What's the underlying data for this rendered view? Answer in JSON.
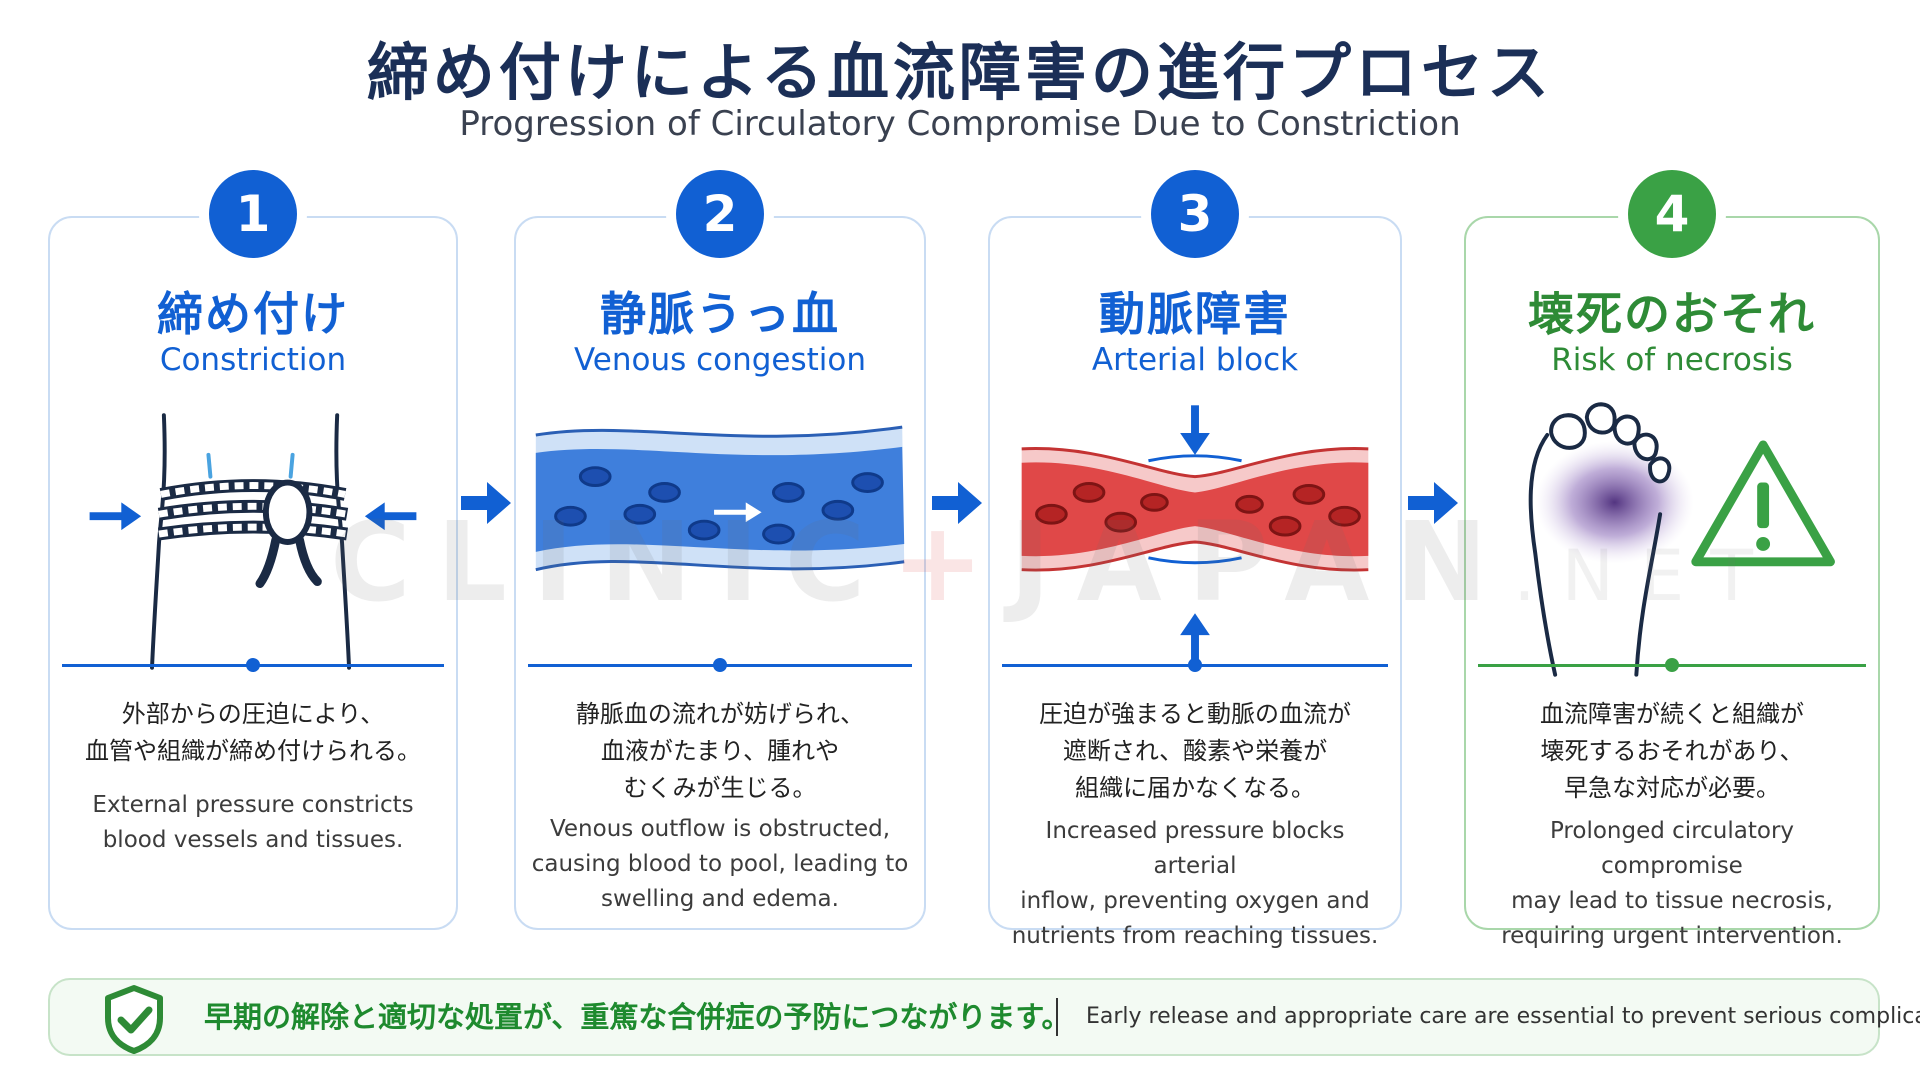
{
  "header": {
    "title_ja": "締め付けによる血流障害の進行プロセス",
    "title_en": "Progression of Circulatory Compromise Due to Constriction"
  },
  "stages": [
    {
      "number": "1",
      "title_ja": "締め付け",
      "title_en": "Constriction",
      "desc_ja": "外部からの圧迫により、\n血管や組織が締め付けられる。",
      "desc_en": "External pressure constricts\nblood vessels and tissues.",
      "icon": "rope-knot-constriction-icon"
    },
    {
      "number": "2",
      "title_ja": "静脈うっ血",
      "title_en": "Venous congestion",
      "desc_ja": "静脈血の流れが妨げられ、\n血液がたまり、腫れや\nむくみが生じる。",
      "desc_en": "Venous outflow is obstructed,\ncausing blood to pool, leading to\nswelling and edema.",
      "icon": "vein-congestion-icon"
    },
    {
      "number": "3",
      "title_ja": "動脈障害",
      "title_en": "Arterial block",
      "desc_ja": "圧迫が強まると動脈の血流が\n遮断され、酸素や栄養が\n組織に届かなくなる。",
      "desc_en": "Increased pressure blocks arterial\ninflow, preventing oxygen and\nnutrients from reaching tissues.",
      "icon": "artery-compression-icon"
    },
    {
      "number": "4",
      "title_ja": "壊死のおそれ",
      "title_en": "Risk of necrosis",
      "desc_ja": "血流障害が続くと組織が\n壊死するおそれがあり、\n早急な対応が必要。",
      "desc_en": "Prolonged circulatory compromise\nmay lead to tissue necrosis,\nrequiring urgent intervention.",
      "icon": "necrotic-foot-warning-icon"
    }
  ],
  "watermark": {
    "main": "CLINIC",
    "plus": "+",
    "brand": "JAPAN",
    "suffix": ".NET"
  },
  "footer": {
    "message_ja": "早期の解除と適切な処置が、重篤な合併症の予防につながります。",
    "message_en": "Early release and appropriate care are essential to prevent serious complications.",
    "icon": "shield-check-icon"
  },
  "colors": {
    "primary_blue": "#1160d3",
    "success_green": "#3aa145",
    "title_navy": "#1b2f57",
    "vein_blue": "#3f7fdc",
    "artery_red": "#e04848",
    "necrosis_purple": "#5a3a8c"
  }
}
